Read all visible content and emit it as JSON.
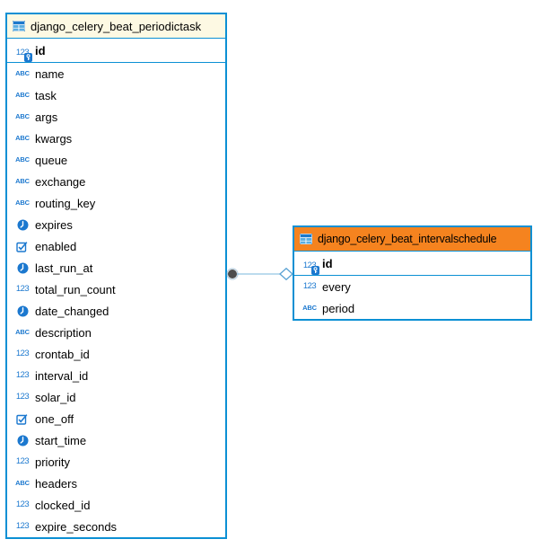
{
  "diagram": {
    "background": "#ffffff",
    "entities": [
      {
        "title": "django_celery_beat_periodictask",
        "header_bg": "#fdf9e3",
        "border_color": "#0c90d4",
        "key_columns": [
          {
            "name": "id",
            "type": "number-key",
            "icon": "primary-key-number-icon"
          }
        ],
        "columns": [
          {
            "name": "name",
            "type": "text",
            "icon": "text-type-icon"
          },
          {
            "name": "task",
            "type": "text",
            "icon": "text-type-icon"
          },
          {
            "name": "args",
            "type": "text",
            "icon": "text-type-icon"
          },
          {
            "name": "kwargs",
            "type": "text",
            "icon": "text-type-icon"
          },
          {
            "name": "queue",
            "type": "text",
            "icon": "text-type-icon"
          },
          {
            "name": "exchange",
            "type": "text",
            "icon": "text-type-icon"
          },
          {
            "name": "routing_key",
            "type": "text",
            "icon": "text-type-icon"
          },
          {
            "name": "expires",
            "type": "datetime",
            "icon": "datetime-type-icon"
          },
          {
            "name": "enabled",
            "type": "boolean",
            "icon": "boolean-type-icon"
          },
          {
            "name": "last_run_at",
            "type": "datetime",
            "icon": "datetime-type-icon"
          },
          {
            "name": "total_run_count",
            "type": "number",
            "icon": "number-type-icon"
          },
          {
            "name": "date_changed",
            "type": "datetime",
            "icon": "datetime-type-icon"
          },
          {
            "name": "description",
            "type": "text",
            "icon": "text-type-icon"
          },
          {
            "name": "crontab_id",
            "type": "number",
            "icon": "number-type-icon"
          },
          {
            "name": "interval_id",
            "type": "number",
            "icon": "number-type-icon"
          },
          {
            "name": "solar_id",
            "type": "number",
            "icon": "number-type-icon"
          },
          {
            "name": "one_off",
            "type": "boolean",
            "icon": "boolean-type-icon"
          },
          {
            "name": "start_time",
            "type": "datetime",
            "icon": "datetime-type-icon"
          },
          {
            "name": "priority",
            "type": "number",
            "icon": "number-type-icon"
          },
          {
            "name": "headers",
            "type": "text",
            "icon": "text-type-icon"
          },
          {
            "name": "clocked_id",
            "type": "number",
            "icon": "number-type-icon"
          },
          {
            "name": "expire_seconds",
            "type": "number",
            "icon": "number-type-icon"
          }
        ]
      },
      {
        "title": "django_celery_beat_intervalschedule",
        "header_bg": "#f5831f",
        "border_color": "#0c90d4",
        "key_columns": [
          {
            "name": "id",
            "type": "number-key",
            "icon": "primary-key-number-icon"
          }
        ],
        "columns": [
          {
            "name": "every",
            "type": "number",
            "icon": "number-type-icon"
          },
          {
            "name": "period",
            "type": "text",
            "icon": "text-type-icon"
          }
        ]
      }
    ],
    "relation": {
      "line_color": "#a6cfe9",
      "start_glyph": "filled-circle",
      "start_fill": "#4d4d4d",
      "start_halo": "#7ea8c4",
      "end_glyph": "open-diamond",
      "end_fill": "#ffffff",
      "end_stroke": "#5aa2d4"
    },
    "type_icon_color": "#1b78cf",
    "border_color": "#0c90d4"
  }
}
